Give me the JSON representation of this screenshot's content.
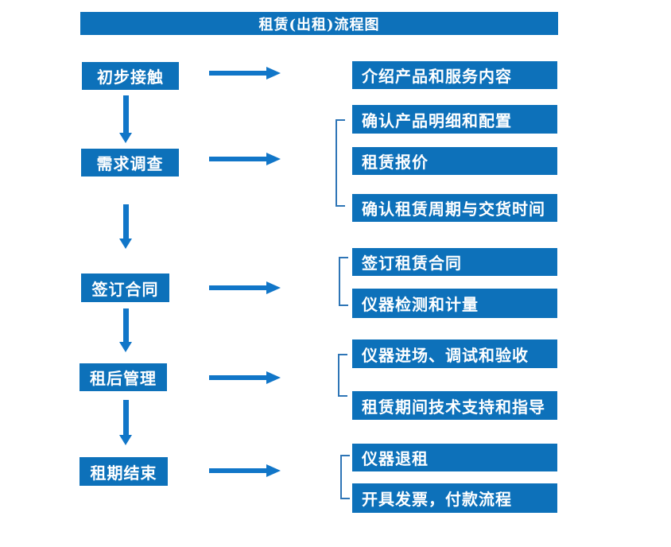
{
  "title": "租赁(出租)流程图",
  "theme": {
    "box_blue": "#0d71ba",
    "arrow_blue": "#1176c8",
    "bracket_blue": "#2e75b6",
    "text_color": "#ffffff",
    "background": "#ffffff"
  },
  "flow": {
    "steps": [
      {
        "label": "初步接触",
        "details": [
          "介绍产品和服务内容"
        ]
      },
      {
        "label": "需求调查",
        "details": [
          "确认产品明细和配置",
          "租赁报价",
          "确认租赁周期与交货时间"
        ]
      },
      {
        "label": "签订合同",
        "details": [
          "签订租赁合同",
          "仪器检测和计量"
        ]
      },
      {
        "label": "租后管理",
        "details": [
          "仪器进场、调试和验收",
          "租赁期间技术支持和指导"
        ]
      },
      {
        "label": "租期结束",
        "details": [
          "仪器退租",
          "开具发票，付款流程"
        ]
      }
    ]
  }
}
